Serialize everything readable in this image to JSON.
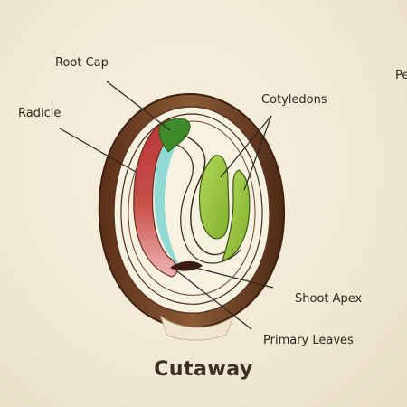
{
  "labels": {
    "root_cap": "Root Cap",
    "radicle": "Radicle",
    "cotyledons": "Cotyledons",
    "shoot_apex": "Shoot Apex",
    "primary_leaves": "Primary Leaves",
    "edge_cut": "Pe"
  },
  "title": "Cutaway",
  "colors": {
    "seed_coat": "#6e4125",
    "radicle": "#c2413a",
    "root_cap": "#4a8a2c",
    "cotyledon": "#9fcb3e",
    "shoot_apex": "#3a1c12",
    "background": "#f1ead7"
  }
}
